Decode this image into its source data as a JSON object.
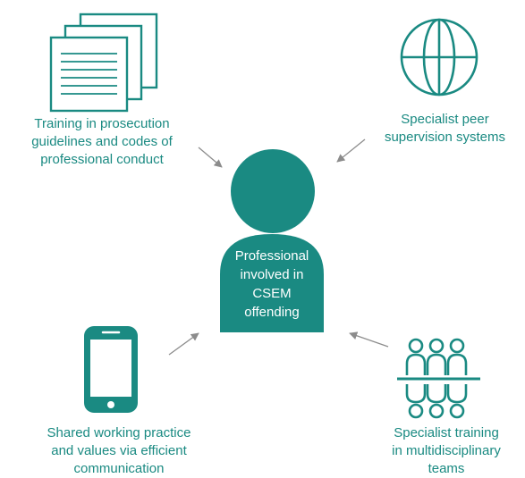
{
  "colors": {
    "teal": "#1a8a82",
    "arrow": "#8c8c8c",
    "background": "#ffffff"
  },
  "center": {
    "label": "Professional\ninvolved in\nCSEM\noffending",
    "icon": "person-silhouette-icon"
  },
  "nodes": [
    {
      "id": "top-left",
      "icon": "documents-icon",
      "label": "Training in prosecution\nguidelines and codes of\nprofessional conduct"
    },
    {
      "id": "top-right",
      "icon": "globe-icon",
      "label": "Specialist peer\nsupervision systems"
    },
    {
      "id": "bottom-left",
      "icon": "smartphone-icon",
      "label": "Shared working practice\nand values via efficient\ncommunication"
    },
    {
      "id": "bottom-right",
      "icon": "team-meeting-icon",
      "label": "Specialist training\nin multidisciplinary\nteams"
    }
  ]
}
